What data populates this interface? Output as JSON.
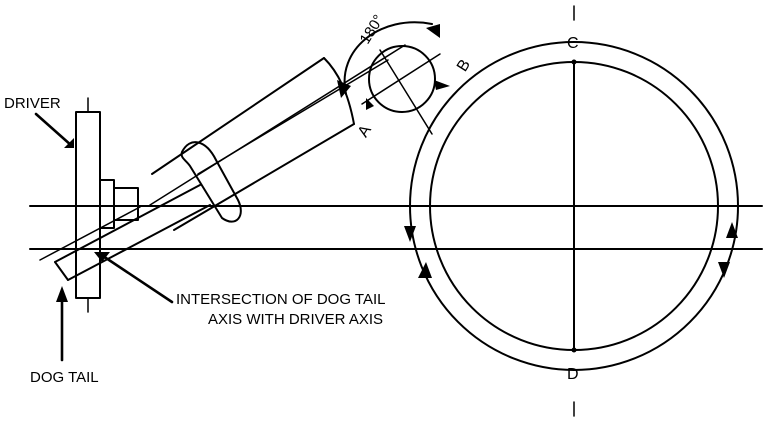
{
  "labels": {
    "driver": "DRIVER",
    "dog_tail": "DOG TAIL",
    "intersection_line1": "INTERSECTION OF DOG TAIL",
    "intersection_line2": "AXIS WITH DRIVER AXIS",
    "angle": "180°",
    "point_a": "A",
    "point_b": "B",
    "point_c": "C",
    "point_d": "D"
  }
}
